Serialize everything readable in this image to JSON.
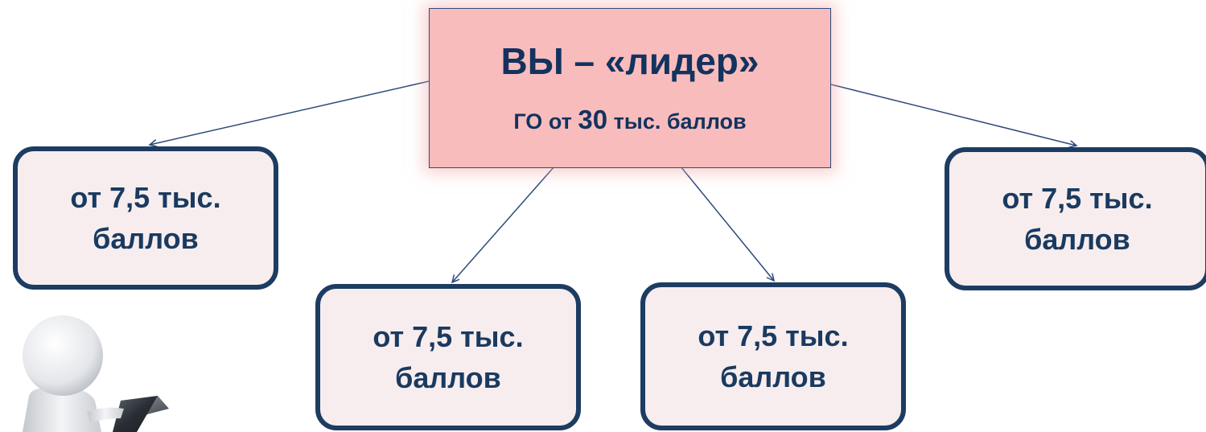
{
  "leader": {
    "title": "ВЫ – «лидер»",
    "subtitle_prefix": "ГО от ",
    "subtitle_number": "30",
    "subtitle_suffix": " тыс. баллов"
  },
  "nodes": [
    {
      "line1": "от 7,5 тыс.",
      "line2": "баллов"
    },
    {
      "line1": "от 7,5 тыс.",
      "line2": "баллов"
    },
    {
      "line1": "от 7,5 тыс.",
      "line2": "баллов"
    },
    {
      "line1": "от 7,5 тыс.",
      "line2": "баллов"
    }
  ],
  "colors": {
    "leader_fill": "#f9bcbd",
    "node_border": "#1d3c62",
    "node_fill": "#f7edee",
    "text": "#12335e"
  },
  "illustration": "person-with-laptop"
}
